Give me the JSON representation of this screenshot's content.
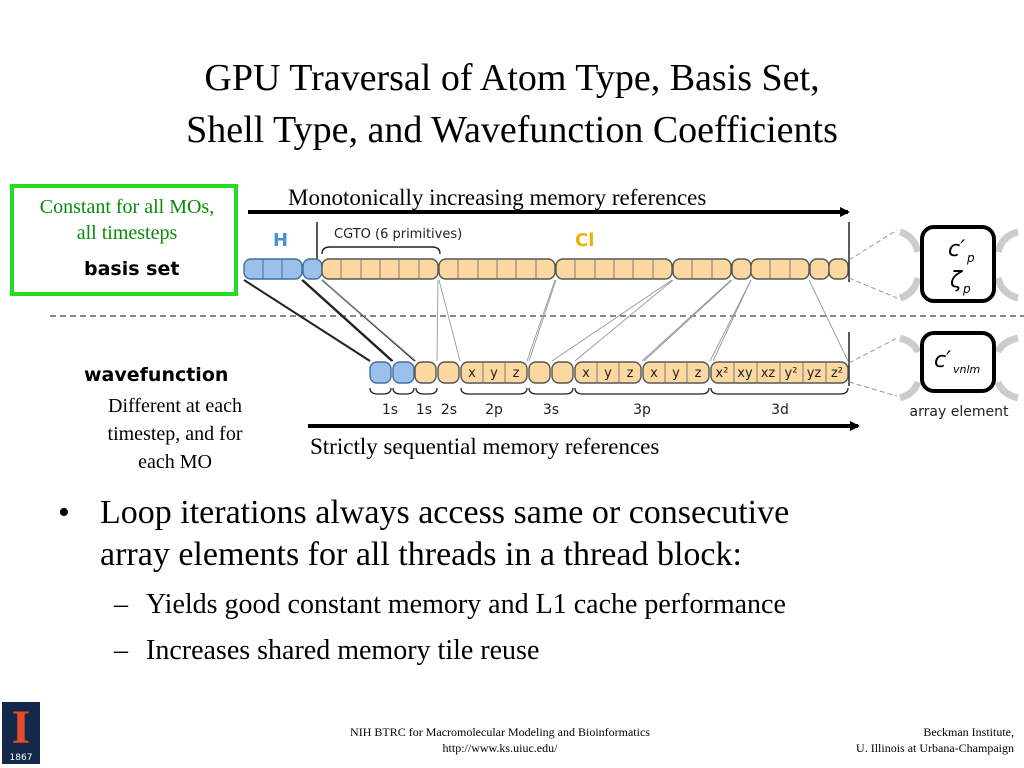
{
  "title_line1": "GPU Traversal of Atom Type, Basis Set,",
  "title_line2": "Shell Type, and Wavefunction Coefficients",
  "basis_box": {
    "line1": "Constant for all MOs,",
    "line2": "all timesteps",
    "label": "basis set"
  },
  "wavefunction": {
    "label": "wavefunction",
    "line1": "Different at each",
    "line2": "timestep, and for",
    "line3": "each MO"
  },
  "monotonic_label": "Monotonically increasing memory references",
  "sequential_label": "Strictly sequential memory references",
  "diagram": {
    "atom_h": "H",
    "atom_cl": "Cl",
    "cgto_label": "CGTO (6 primitives)",
    "p_cells": [
      "x",
      "y",
      "z"
    ],
    "d_cells": [
      "x²",
      "xy",
      "xz",
      "y²",
      "yz",
      "z²"
    ],
    "shell_labels": [
      "1s",
      "1s",
      "2s",
      "2p",
      "3s",
      "3p",
      "3d"
    ],
    "array_element_label": "array element",
    "coef_c": "c′",
    "coef_c_sub": "p",
    "coef_zeta": "ζ",
    "coef_zeta_sub": "p",
    "wf_c": "c′",
    "wf_c_sub": "vnlm"
  },
  "bullets": [
    {
      "line1": "Loop iterations always access same or consecutive",
      "line2": "array elements for all threads in a thread block:",
      "sub": [
        "Yields good constant memory and L1 cache performance",
        "Increases shared memory tile reuse"
      ]
    }
  ],
  "dash_char": "–",
  "logo": {
    "letter": "I",
    "year": "1867"
  },
  "footer": {
    "center_line1": "NIH BTRC for Macromolecular Modeling and Bioinformatics",
    "center_line2": "http://www.ks.uiuc.edu/",
    "right_line1": "Beckman Institute,",
    "right_line2": "U. Illinois at Urbana-Champaign"
  },
  "colors": {
    "h_fill": "#9bc1ea",
    "h_stroke": "#3f6f9e",
    "cl_fill": "#fbd89f",
    "cl_stroke": "#555555",
    "h_label": "#4a90d9",
    "cl_label": "#f0b000",
    "green": "#22dd22"
  }
}
